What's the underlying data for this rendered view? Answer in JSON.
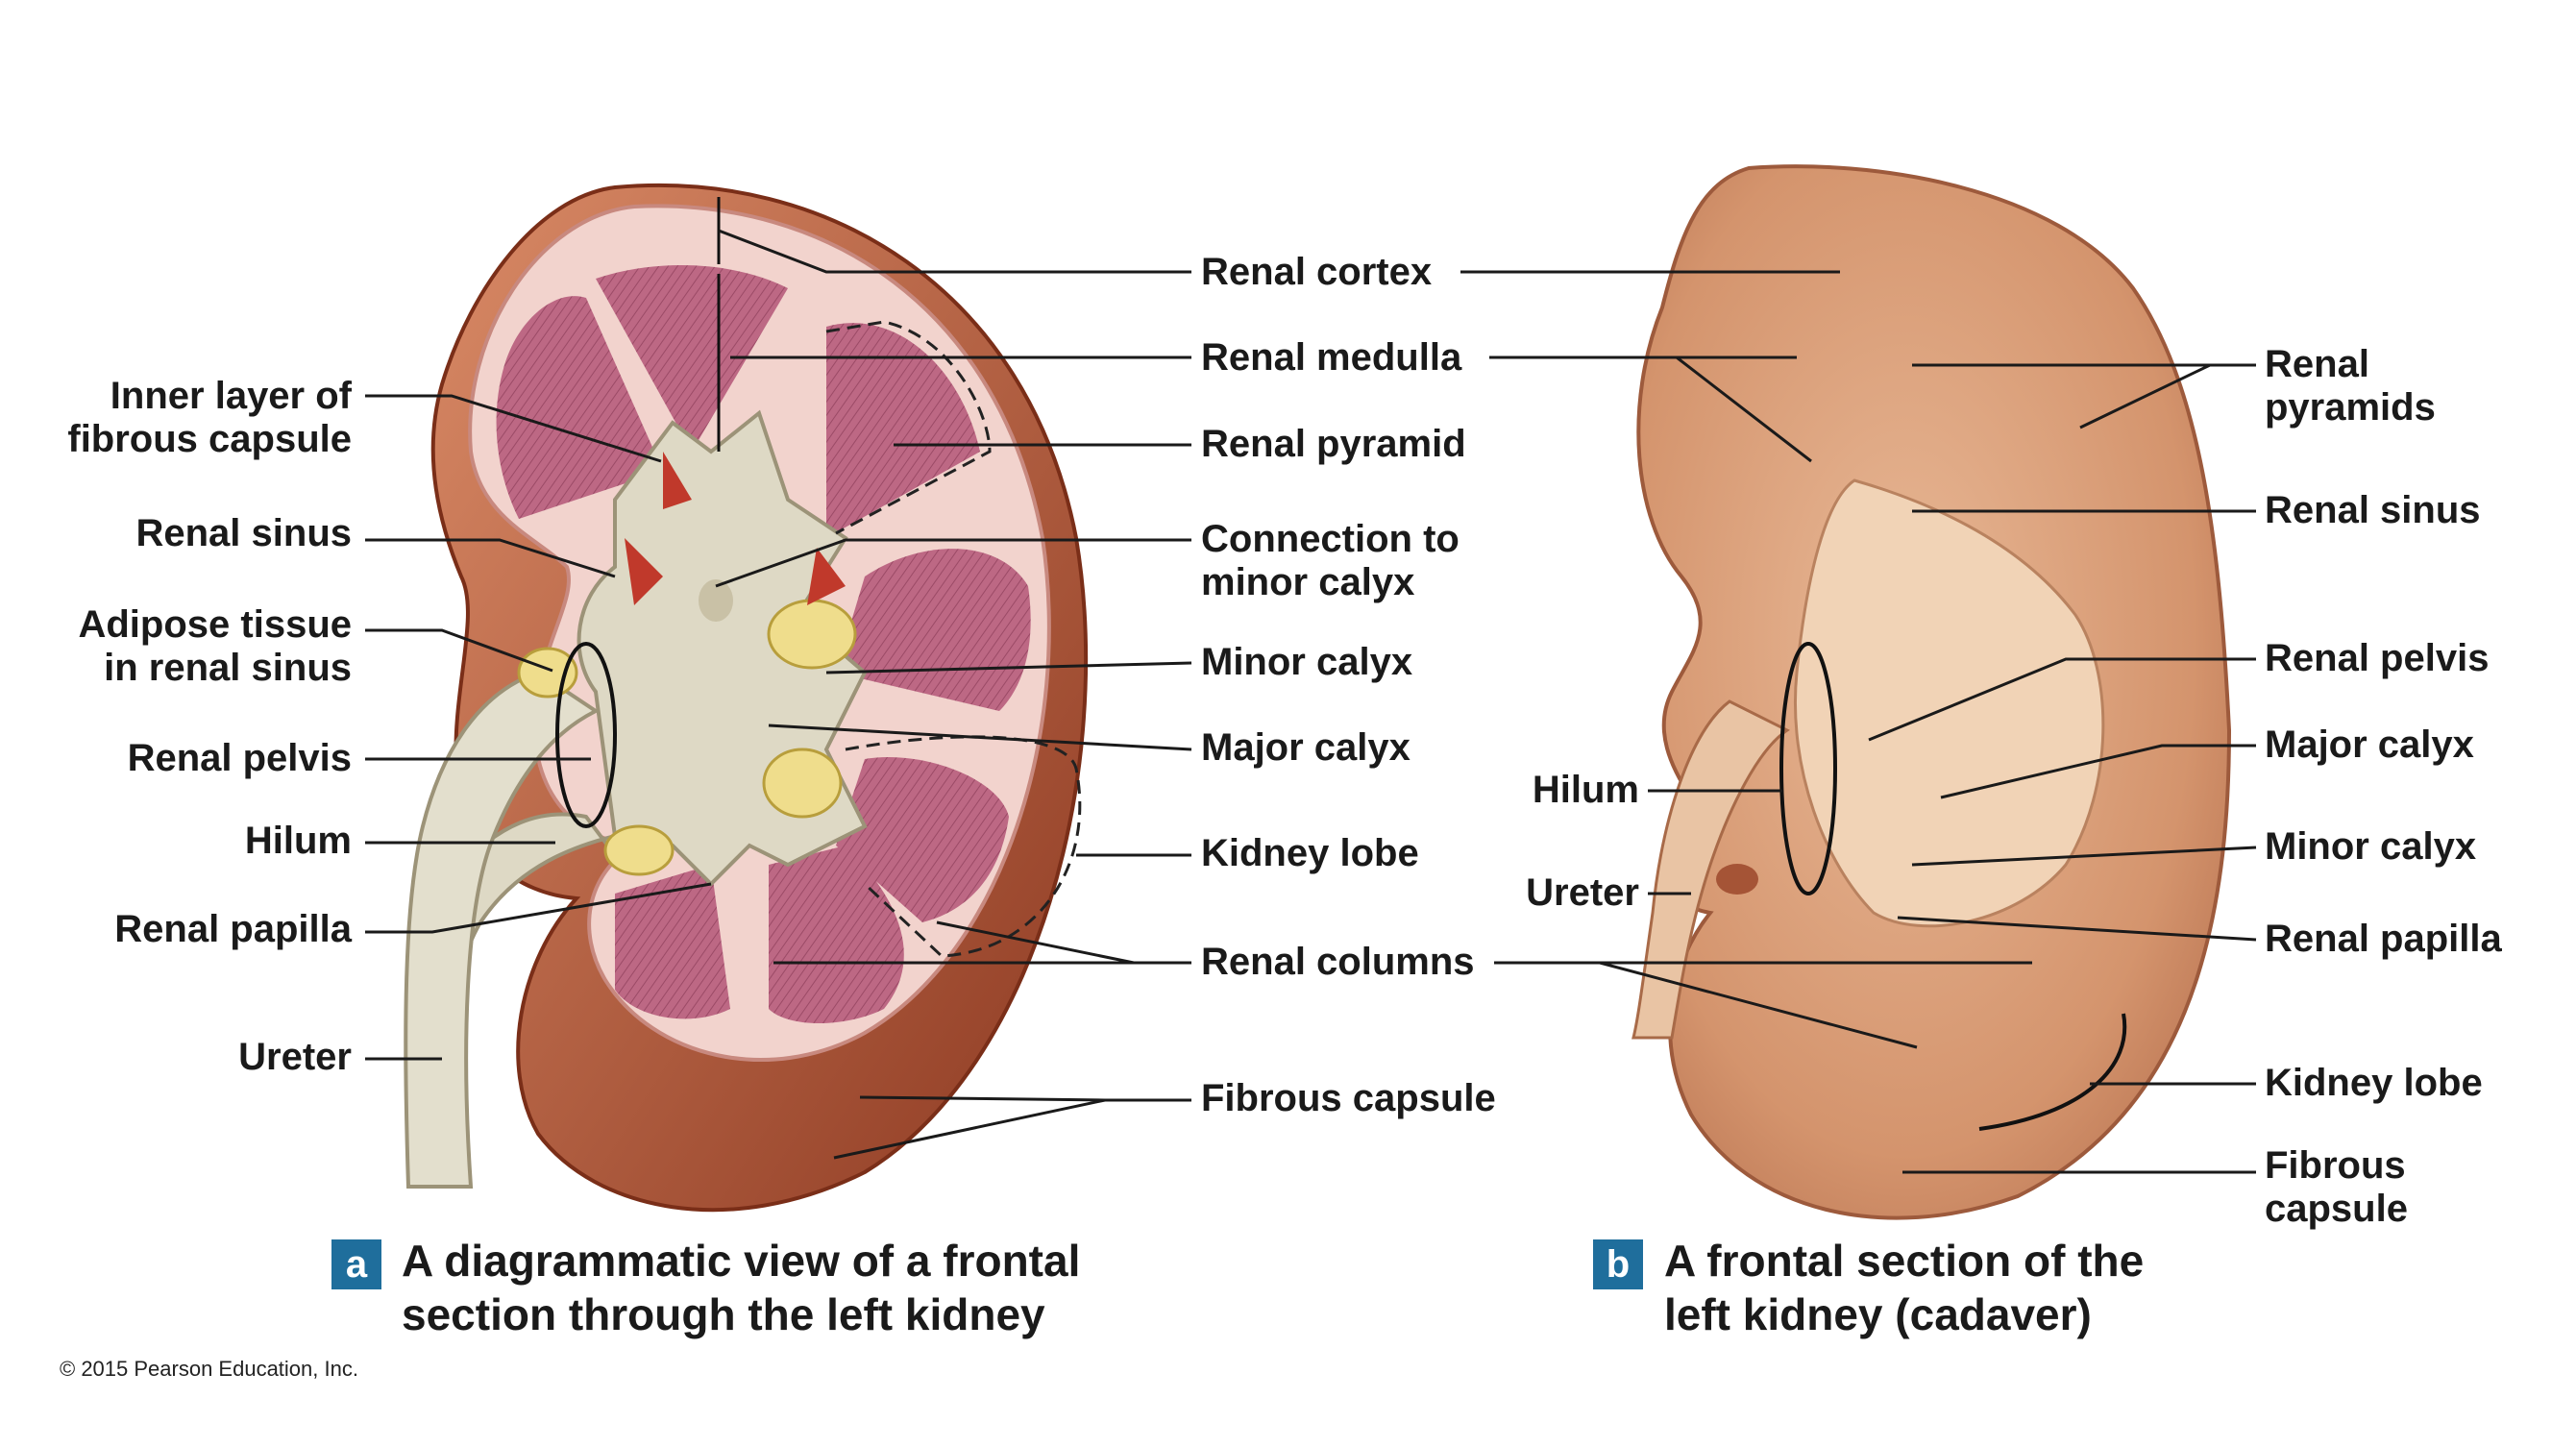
{
  "colors": {
    "badge": "#1f6e9c",
    "leader": "#1a1a1a",
    "capsule": "#a7472a",
    "cortex": "#f1cfc9",
    "pyramid": "#b9627f",
    "sinus": "#dcd6c2",
    "fat": "#eedd8f",
    "cadaver": "#d6956c"
  },
  "panel_a": {
    "badge": "a",
    "caption_line1": "A diagrammatic view of a frontal",
    "caption_line2": "section through the left kidney",
    "left_labels": {
      "inner_layer_1": "Inner layer of",
      "inner_layer_2": "fibrous capsule",
      "renal_sinus": "Renal sinus",
      "adipose_1": "Adipose tissue",
      "adipose_2": "in renal sinus",
      "renal_pelvis": "Renal pelvis",
      "hilum": "Hilum",
      "renal_papilla": "Renal papilla",
      "ureter": "Ureter"
    }
  },
  "center_labels": {
    "renal_cortex": "Renal cortex",
    "renal_medulla": "Renal medulla",
    "renal_pyramid": "Renal pyramid",
    "connection_1": "Connection to",
    "connection_2": "minor calyx",
    "minor_calyx": "Minor calyx",
    "major_calyx": "Major calyx",
    "kidney_lobe": "Kidney lobe",
    "renal_columns": "Renal columns",
    "fibrous_capsule": "Fibrous capsule"
  },
  "panel_b": {
    "badge": "b",
    "caption_line1": "A frontal section of the",
    "caption_line2": "left kidney (cadaver)",
    "left_labels": {
      "hilum": "Hilum",
      "ureter": "Ureter"
    },
    "right_labels": {
      "renal_pyramids_1": "Renal",
      "renal_pyramids_2": "pyramids",
      "renal_sinus": "Renal sinus",
      "renal_pelvis": "Renal pelvis",
      "major_calyx": "Major calyx",
      "minor_calyx": "Minor calyx",
      "renal_papilla": "Renal papilla",
      "kidney_lobe": "Kidney lobe",
      "fibrous_capsule_1": "Fibrous",
      "fibrous_capsule_2": "capsule"
    }
  },
  "copyright": "© 2015 Pearson Education, Inc."
}
